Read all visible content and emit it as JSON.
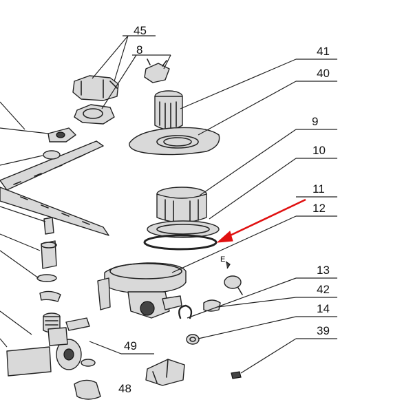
{
  "diagram": {
    "labels": {
      "p45": "45",
      "p8": "8",
      "p41": "41",
      "p40": "40",
      "p9": "9",
      "p10": "10",
      "p11": "11",
      "p12": "12",
      "p13": "13",
      "p42": "42",
      "p14": "14",
      "p39": "39",
      "p49": "49",
      "p48": "48",
      "small_e": "E"
    },
    "highlight_color": "#e01010",
    "highlighted_part": "12"
  }
}
